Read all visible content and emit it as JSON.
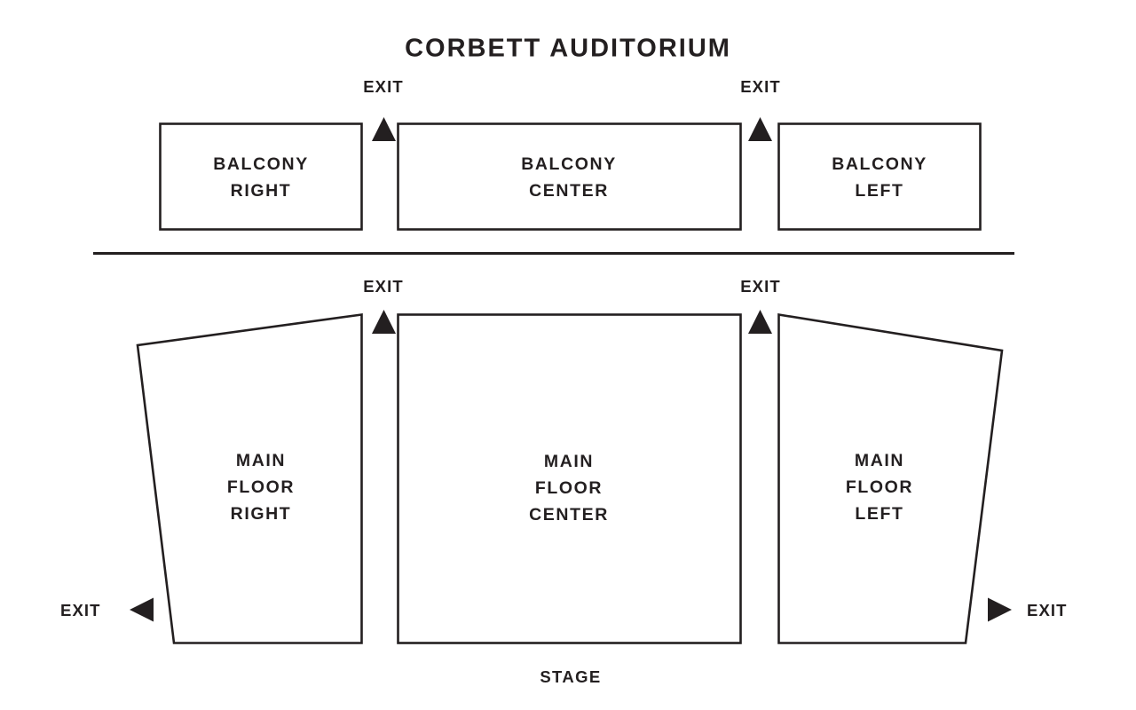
{
  "title": "CORBETT AUDITORIUM",
  "stage_label": "STAGE",
  "exit_label": "EXIT",
  "colors": {
    "ink": "#231f20",
    "background": "#ffffff"
  },
  "chart_data": {
    "type": "diagram",
    "title": "CORBETT AUDITORIUM",
    "subtype": "venue-seating-map",
    "levels": [
      {
        "name": "balcony",
        "sections": [
          {
            "id": "balcony-right",
            "line1": "BALCONY",
            "line2": "RIGHT",
            "shape": "rectangle"
          },
          {
            "id": "balcony-center",
            "line1": "BALCONY",
            "line2": "CENTER",
            "shape": "rectangle"
          },
          {
            "id": "balcony-left",
            "line1": "BALCONY",
            "line2": "LEFT",
            "shape": "rectangle"
          }
        ]
      },
      {
        "name": "main-floor",
        "sections": [
          {
            "id": "main-floor-right",
            "line1": "MAIN",
            "line2": "FLOOR",
            "line3": "RIGHT",
            "shape": "quadrilateral"
          },
          {
            "id": "main-floor-center",
            "line1": "MAIN",
            "line2": "FLOOR",
            "line3": "CENTER",
            "shape": "rectangle"
          },
          {
            "id": "main-floor-left",
            "line1": "MAIN",
            "line2": "FLOOR",
            "line3": "LEFT",
            "shape": "quadrilateral"
          }
        ]
      }
    ],
    "exits": [
      {
        "id": "exit-balcony-inner-right",
        "label": "EXIT",
        "direction": "up"
      },
      {
        "id": "exit-balcony-inner-left",
        "label": "EXIT",
        "direction": "up"
      },
      {
        "id": "exit-main-inner-right",
        "label": "EXIT",
        "direction": "up"
      },
      {
        "id": "exit-main-inner-left",
        "label": "EXIT",
        "direction": "up"
      },
      {
        "id": "exit-main-outer-right",
        "label": "EXIT",
        "direction": "left"
      },
      {
        "id": "exit-main-outer-left",
        "label": "EXIT",
        "direction": "right"
      }
    ],
    "stage": {
      "label": "STAGE",
      "position": "bottom-center"
    },
    "divider": {
      "between": [
        "balcony",
        "main-floor"
      ],
      "orientation": "horizontal"
    }
  },
  "balcony": {
    "right": {
      "line1": "BALCONY",
      "line2": "RIGHT"
    },
    "center": {
      "line1": "BALCONY",
      "line2": "CENTER"
    },
    "left": {
      "line1": "BALCONY",
      "line2": "LEFT"
    }
  },
  "main_floor": {
    "right": {
      "line1": "MAIN",
      "line2": "FLOOR",
      "line3": "RIGHT"
    },
    "center": {
      "line1": "MAIN",
      "line2": "FLOOR",
      "line3": "CENTER"
    },
    "left": {
      "line1": "MAIN",
      "line2": "FLOOR",
      "line3": "LEFT"
    }
  },
  "exits": {
    "balcony_right_inner": "EXIT",
    "balcony_left_inner": "EXIT",
    "main_right_inner": "EXIT",
    "main_left_inner": "EXIT",
    "main_right_outer": "EXIT",
    "main_left_outer": "EXIT"
  }
}
